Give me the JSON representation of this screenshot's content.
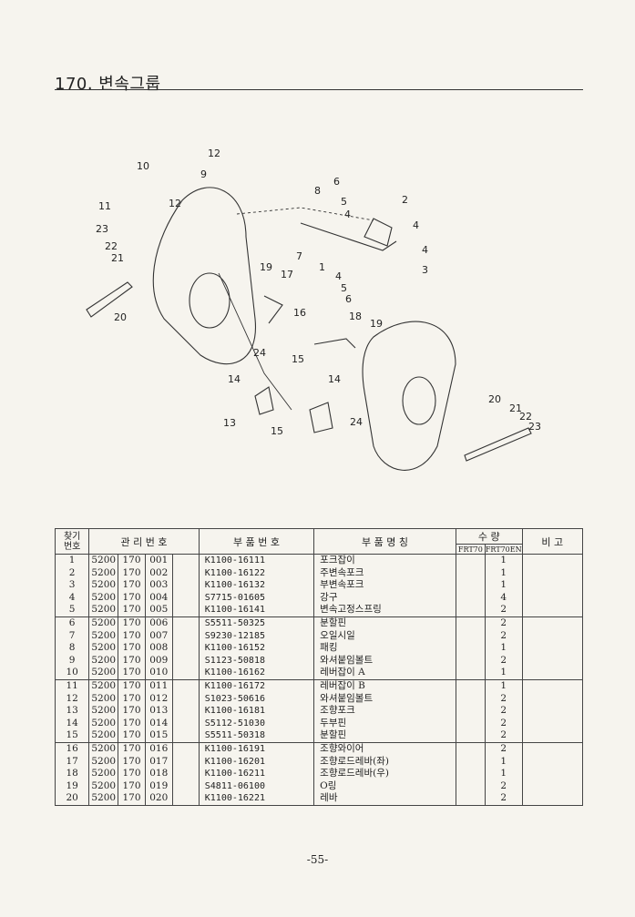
{
  "header": {
    "title": "170. 변속그룹"
  },
  "diagram": {
    "callouts": [
      "12",
      "10",
      "9",
      "11",
      "12",
      "23",
      "22",
      "21",
      "20",
      "19",
      "17",
      "16",
      "24",
      "15",
      "14",
      "13",
      "18",
      "19",
      "14",
      "24",
      "15",
      "20",
      "21",
      "22",
      "23",
      "8",
      "6",
      "5",
      "4",
      "7",
      "1",
      "4",
      "5",
      "6",
      "2",
      "4",
      "4",
      "3"
    ]
  },
  "table": {
    "headers": {
      "seq": "찾기\n번호",
      "mgmt": "관 리 번 호",
      "part_no": "부 품 번 호",
      "name": "부 품 명 칭",
      "qty": "수 량",
      "qty_a": "FRT70",
      "qty_b": "FRT70EN",
      "remark": "비 고"
    },
    "groups": [
      {
        "rows": [
          {
            "no": "1",
            "m1": "5200",
            "m2": "170",
            "m3": "001",
            "part": "K1100-16111",
            "name": "포크잡이",
            "qa": "",
            "qb": "1"
          },
          {
            "no": "2",
            "m1": "5200",
            "m2": "170",
            "m3": "002",
            "part": "K1100-16122",
            "name": "주변속포크",
            "qa": "",
            "qb": "1"
          },
          {
            "no": "3",
            "m1": "5200",
            "m2": "170",
            "m3": "003",
            "part": "K1100-16132",
            "name": "부변속포크",
            "qa": "",
            "qb": "1"
          },
          {
            "no": "4",
            "m1": "5200",
            "m2": "170",
            "m3": "004",
            "part": "S7715-01605",
            "name": "강구",
            "qa": "",
            "qb": "4"
          },
          {
            "no": "5",
            "m1": "5200",
            "m2": "170",
            "m3": "005",
            "part": "K1100-16141",
            "name": "변속고정스프링",
            "qa": "",
            "qb": "2"
          }
        ]
      },
      {
        "rows": [
          {
            "no": "6",
            "m1": "5200",
            "m2": "170",
            "m3": "006",
            "part": "S5511-50325",
            "name": "분할핀",
            "qa": "",
            "qb": "2"
          },
          {
            "no": "7",
            "m1": "5200",
            "m2": "170",
            "m3": "007",
            "part": "S9230-12185",
            "name": "오일시일",
            "qa": "",
            "qb": "2"
          },
          {
            "no": "8",
            "m1": "5200",
            "m2": "170",
            "m3": "008",
            "part": "K1100-16152",
            "name": "패킹",
            "qa": "",
            "qb": "1"
          },
          {
            "no": "9",
            "m1": "5200",
            "m2": "170",
            "m3": "009",
            "part": "S1123-50818",
            "name": "와셔붙임볼트",
            "qa": "",
            "qb": "2"
          },
          {
            "no": "10",
            "m1": "5200",
            "m2": "170",
            "m3": "010",
            "part": "K1100-16162",
            "name": "레버잡이 A",
            "qa": "",
            "qb": "1"
          }
        ]
      },
      {
        "rows": [
          {
            "no": "11",
            "m1": "5200",
            "m2": "170",
            "m3": "011",
            "part": "K1100-16172",
            "name": "레버잡이 B",
            "qa": "",
            "qb": "1"
          },
          {
            "no": "12",
            "m1": "5200",
            "m2": "170",
            "m3": "012",
            "part": "S1023-50616",
            "name": "와셔붙임볼트",
            "qa": "",
            "qb": "2"
          },
          {
            "no": "13",
            "m1": "5200",
            "m2": "170",
            "m3": "013",
            "part": "K1100-16181",
            "name": "조향포크",
            "qa": "",
            "qb": "2"
          },
          {
            "no": "14",
            "m1": "5200",
            "m2": "170",
            "m3": "014",
            "part": "S5112-51030",
            "name": "두부핀",
            "qa": "",
            "qb": "2"
          },
          {
            "no": "15",
            "m1": "5200",
            "m2": "170",
            "m3": "015",
            "part": "S5511-50318",
            "name": "분할핀",
            "qa": "",
            "qb": "2"
          }
        ]
      },
      {
        "rows": [
          {
            "no": "16",
            "m1": "5200",
            "m2": "170",
            "m3": "016",
            "part": "K1100-16191",
            "name": "조향와이어",
            "qa": "",
            "qb": "2"
          },
          {
            "no": "17",
            "m1": "5200",
            "m2": "170",
            "m3": "017",
            "part": "K1100-16201",
            "name": "조향로드레바(좌)",
            "qa": "",
            "qb": "1"
          },
          {
            "no": "18",
            "m1": "5200",
            "m2": "170",
            "m3": "018",
            "part": "K1100-16211",
            "name": "조향로드레바(우)",
            "qa": "",
            "qb": "1"
          },
          {
            "no": "19",
            "m1": "5200",
            "m2": "170",
            "m3": "019",
            "part": "S4811-06100",
            "name": "O링",
            "qa": "",
            "qb": "2"
          },
          {
            "no": "20",
            "m1": "5200",
            "m2": "170",
            "m3": "020",
            "part": "K1100-16221",
            "name": "레바",
            "qa": "",
            "qb": "2"
          }
        ]
      }
    ]
  },
  "footer": {
    "page": "-55-"
  }
}
